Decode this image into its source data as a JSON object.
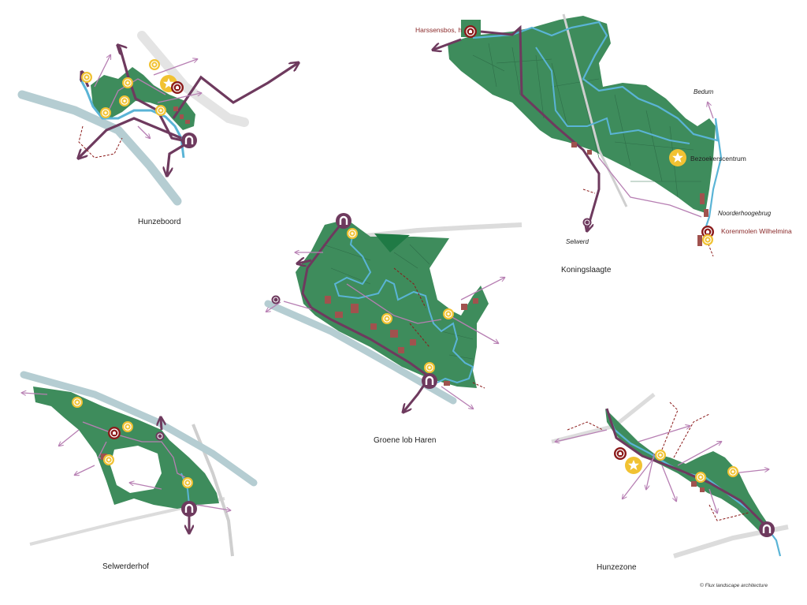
{
  "maps": {
    "hunzeboord": {
      "title": "Hunzeboord"
    },
    "koningslaagte": {
      "title": "Koningslaagte",
      "labels": {
        "harssensbos": "Harssensbos, h",
        "bedum": "Bedum",
        "bezoekerscentrum": "Bezoekerscentrum",
        "noorderhoogebrug": "Noorderhoogebrug",
        "korenmolen": "Korenmolen Wilhelmina",
        "selwerd": "Selwerd"
      }
    },
    "groene_lob_haren": {
      "title": "Groene lob Haren"
    },
    "selwerderhof": {
      "title": "Selwerderhof"
    },
    "hunzezone": {
      "title": "Hunzezone"
    }
  },
  "credit": "© Flux landscape architecture",
  "colors": {
    "green": "#3e8c5c",
    "green_light": "#5fa577",
    "water": "#5ab4d6",
    "route": "#6e3a5e",
    "path": "#b77fb3",
    "road": "#b5cdd2",
    "grey_road": "#d4d4d4",
    "yellow": "#f1c232",
    "maroon": "#8b1a1a",
    "building": "#a0524e"
  }
}
